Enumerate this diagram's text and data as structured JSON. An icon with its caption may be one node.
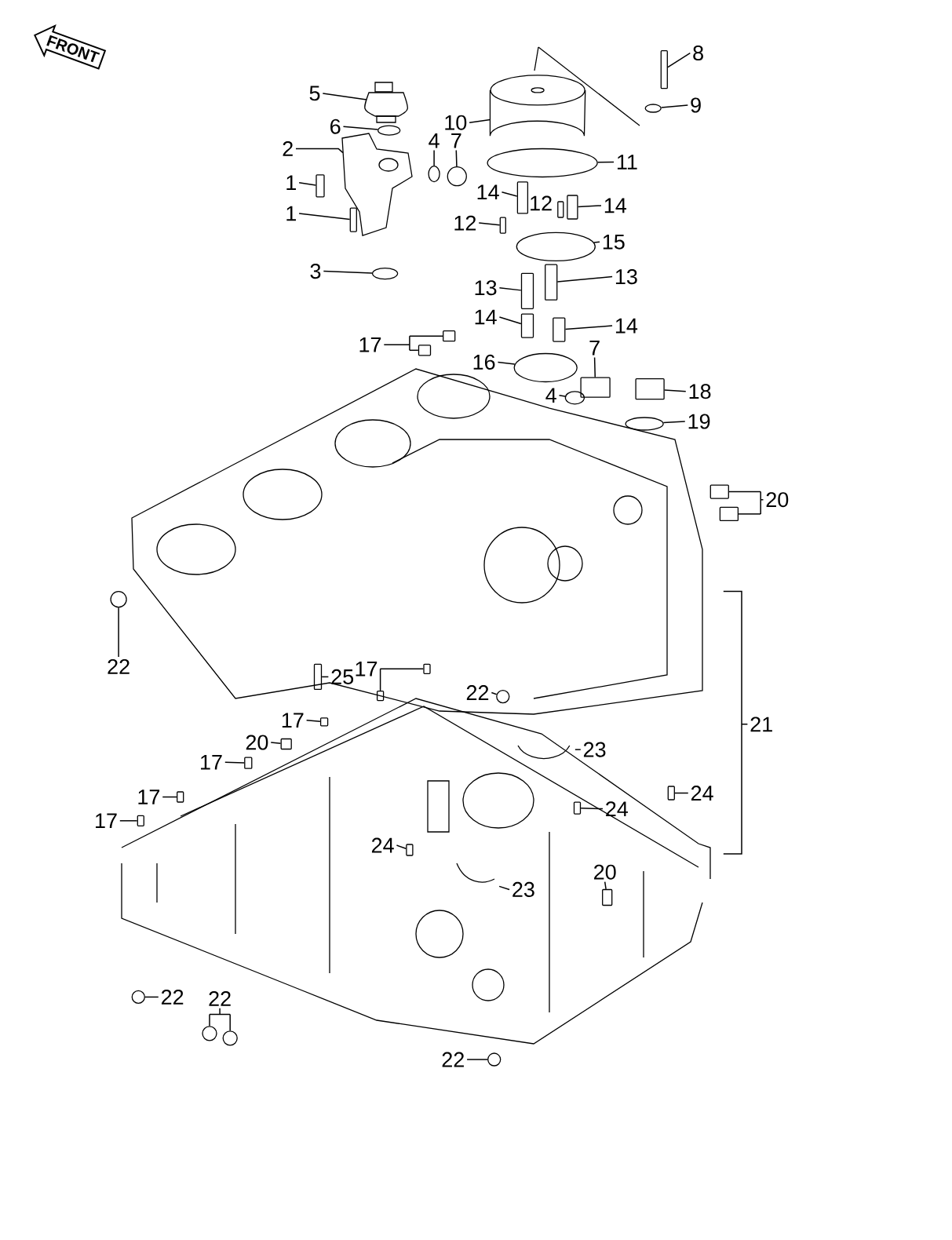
{
  "diagram": {
    "nodes": [
      {
        "text": [
          "FRONT"
        ]
      },
      {
        "text": [
          "5"
        ]
      },
      {
        "text": [
          "6"
        ]
      },
      {
        "text": [
          "2"
        ]
      },
      {
        "text": [
          "4"
        ]
      },
      {
        "text": [
          "7"
        ]
      },
      {
        "text": [
          "1"
        ]
      },
      {
        "text": [
          "1"
        ]
      },
      {
        "text": [
          "3"
        ]
      },
      {
        "text": [
          "8"
        ]
      },
      {
        "text": [
          "9"
        ]
      },
      {
        "text": [
          "10"
        ]
      },
      {
        "text": [
          "11"
        ]
      },
      {
        "text": [
          "14"
        ]
      },
      {
        "text": [
          "12"
        ]
      },
      {
        "text": [
          "14"
        ]
      },
      {
        "text": [
          "12"
        ]
      },
      {
        "text": [
          "15"
        ]
      },
      {
        "text": [
          "13"
        ]
      },
      {
        "text": [
          "13"
        ]
      },
      {
        "text": [
          "14"
        ]
      },
      {
        "text": [
          "14"
        ]
      },
      {
        "text": [
          "17"
        ]
      },
      {
        "text": [
          "16"
        ]
      },
      {
        "text": [
          "7"
        ]
      },
      {
        "text": [
          "4"
        ]
      },
      {
        "text": [
          "18"
        ]
      },
      {
        "text": [
          "19"
        ]
      },
      {
        "text": [
          "20"
        ]
      },
      {
        "text": [
          "22"
        ]
      },
      {
        "text": [
          "25"
        ]
      },
      {
        "text": [
          "17"
        ]
      },
      {
        "text": [
          "22"
        ]
      },
      {
        "text": [
          "17"
        ]
      },
      {
        "text": [
          "20"
        ]
      },
      {
        "text": [
          "17"
        ]
      },
      {
        "text": [
          "23"
        ]
      },
      {
        "text": [
          "21"
        ]
      },
      {
        "text": [
          "24"
        ]
      },
      {
        "text": [
          "17"
        ]
      },
      {
        "text": [
          "24"
        ]
      },
      {
        "text": [
          "17"
        ]
      },
      {
        "text": [
          "24"
        ]
      },
      {
        "text": [
          "23"
        ]
      },
      {
        "text": [
          "20"
        ]
      },
      {
        "text": [
          "22"
        ]
      },
      {
        "text": [
          "22"
        ]
      },
      {
        "text": [
          "22"
        ]
      },
      {
        "text": [],
        "shape": "picture"
      },
      {
        "text": [],
        "shape": "circle"
      },
      {
        "text": [],
        "shape": "picture"
      },
      {
        "text": [],
        "shape": "circle"
      },
      {
        "text": [],
        "shape": "circle"
      },
      {
        "text": [],
        "shape": "bar"
      },
      {
        "text": [],
        "shape": "bar"
      },
      {
        "text": [],
        "shape": "circle"
      },
      {
        "text": [],
        "shape": "bar"
      },
      {
        "text": [],
        "shape": "circle"
      },
      {
        "text": [],
        "shape": "cylinder"
      },
      {
        "text": [],
        "shape": "circle"
      },
      {
        "text": [],
        "shape": "bar"
      },
      {
        "text": [],
        "shape": "bar"
      },
      {
        "text": [],
        "shape": "bar"
      },
      {
        "text": [],
        "shape": "bar"
      },
      {
        "text": [],
        "shape": "circle"
      },
      {
        "text": [],
        "shape": "bar"
      },
      {
        "text": [],
        "shape": "bar"
      },
      {
        "text": [],
        "shape": "bar"
      },
      {
        "text": [],
        "shape": "bar"
      },
      {
        "text": [],
        "shape": "box"
      },
      {
        "text": [],
        "shape": "box"
      },
      {
        "text": [],
        "shape": "circle"
      },
      {
        "text": [],
        "shape": "box"
      },
      {
        "text": [],
        "shape": "circle"
      },
      {
        "text": [],
        "shape": "box"
      },
      {
        "text": [],
        "shape": "circle"
      },
      {
        "text": [],
        "shape": "box"
      },
      {
        "text": [],
        "shape": "box"
      },
      {
        "text": [],
        "shape": "circle"
      },
      {
        "text": [],
        "shape": "bar"
      },
      {
        "text": [],
        "shape": "box"
      },
      {
        "text": [],
        "shape": "box"
      },
      {
        "text": [],
        "shape": "circle"
      },
      {
        "text": [],
        "shape": "box"
      },
      {
        "text": [],
        "shape": "box"
      },
      {
        "text": [],
        "shape": "box"
      },
      {
        "text": [],
        "shape": "picture"
      },
      {
        "text": [],
        "shape": "box"
      },
      {
        "text": [],
        "shape": "box"
      },
      {
        "text": [],
        "shape": "box"
      },
      {
        "text": [],
        "shape": "box"
      },
      {
        "text": [],
        "shape": "box"
      },
      {
        "text": [],
        "shape": "picture"
      },
      {
        "text": [],
        "shape": "box"
      },
      {
        "text": [],
        "shape": "circle"
      },
      {
        "text": [],
        "shape": "circle"
      },
      {
        "text": [],
        "shape": "circle"
      },
      {
        "text": [],
        "shape": "circle"
      }
    ],
    "edges": [
      {
        "from": 1,
        "to": 48,
        "arrow": "none"
      },
      {
        "from": 2,
        "to": 49,
        "arrow": "none"
      },
      {
        "from": 3,
        "to": 50,
        "arrow": "none"
      },
      {
        "from": 4,
        "to": 51,
        "arrow": "none"
      },
      {
        "from": 5,
        "to": 52,
        "arrow": "none"
      },
      {
        "from": 6,
        "to": 53,
        "arrow": "none"
      },
      {
        "from": 7,
        "to": 54,
        "arrow": "none"
      },
      {
        "from": 8,
        "to": 55,
        "arrow": "none"
      },
      {
        "from": 9,
        "to": 56,
        "arrow": "none"
      },
      {
        "from": 10,
        "to": 57,
        "arrow": "none"
      },
      {
        "from": 11,
        "to": 58,
        "arrow": "none"
      },
      {
        "from": 12,
        "to": 59,
        "arrow": "none"
      },
      {
        "from": 13,
        "to": 60,
        "arrow": "none"
      },
      {
        "from": 15,
        "to": 62,
        "arrow": "none"
      },
      {
        "from": 16,
        "to": 63,
        "arrow": "none"
      },
      {
        "from": 17,
        "to": 64,
        "arrow": "none"
      },
      {
        "from": 18,
        "to": 65,
        "arrow": "none"
      },
      {
        "from": 19,
        "to": 66,
        "arrow": "none"
      },
      {
        "from": 20,
        "to": 67,
        "arrow": "none"
      },
      {
        "from": 21,
        "to": 68,
        "arrow": "none"
      },
      {
        "from": 22,
        "to": 69,
        "arrow": "none"
      },
      {
        "from": 22,
        "to": 70,
        "arrow": "none"
      },
      {
        "from": 23,
        "to": 71,
        "arrow": "none"
      },
      {
        "from": 24,
        "to": 72,
        "arrow": "none"
      },
      {
        "from": 25,
        "to": 73,
        "arrow": "none"
      },
      {
        "from": 26,
        "to": 74,
        "arrow": "none"
      },
      {
        "from": 27,
        "to": 75,
        "arrow": "none"
      },
      {
        "from": 28,
        "to": 76,
        "arrow": "none"
      },
      {
        "from": 28,
        "to": 77,
        "arrow": "none"
      },
      {
        "from": 29,
        "to": 78,
        "arrow": "none"
      },
      {
        "from": 30,
        "to": 79,
        "arrow": "none"
      },
      {
        "from": 31,
        "to": 80,
        "arrow": "none"
      },
      {
        "from": 31,
        "to": 81,
        "arrow": "none"
      },
      {
        "from": 32,
        "to": 82,
        "arrow": "none"
      },
      {
        "from": 33,
        "to": 83,
        "arrow": "none"
      },
      {
        "from": 34,
        "to": 84,
        "arrow": "none"
      },
      {
        "from": 35,
        "to": 85,
        "arrow": "none"
      },
      {
        "from": 36,
        "to": 86,
        "arrow": "none"
      },
      {
        "from": 37,
        "to": null,
        "arrow": "none"
      },
      {
        "from": 38,
        "to": 87,
        "arrow": "none"
      },
      {
        "from": 39,
        "to": 88,
        "arrow": "none"
      },
      {
        "from": 40,
        "to": 89,
        "arrow": "none"
      },
      {
        "from": 41,
        "to": 90,
        "arrow": "none"
      },
      {
        "from": 42,
        "to": 91,
        "arrow": "none"
      },
      {
        "from": 43,
        "to": 92,
        "arrow": "none"
      },
      {
        "from": 44,
        "to": 93,
        "arrow": "none"
      },
      {
        "from": 45,
        "to": 94,
        "arrow": "none"
      },
      {
        "from": 46,
        "to": 95,
        "arrow": "none"
      },
      {
        "from": 46,
        "to": 96,
        "arrow": "none"
      },
      {
        "from": 47,
        "to": 97,
        "arrow": "none"
      }
    ]
  }
}
